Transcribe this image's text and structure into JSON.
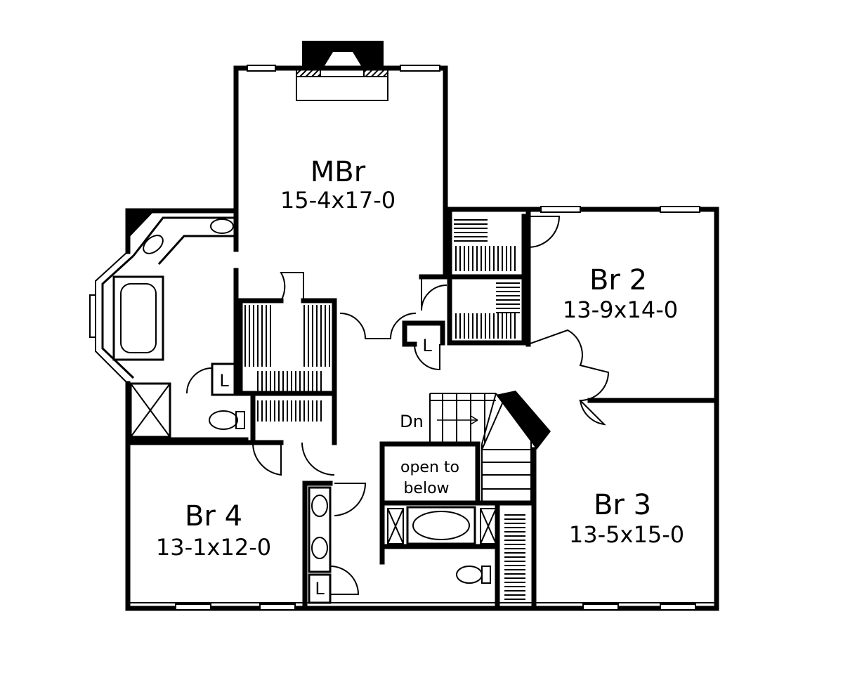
{
  "rooms": {
    "mbr": {
      "name": "MBr",
      "dim": "15-4x17-0"
    },
    "br2": {
      "name": "Br 2",
      "dim": "13-9x14-0"
    },
    "br3": {
      "name": "Br 3",
      "dim": "13-5x15-0"
    },
    "br4": {
      "name": "Br 4",
      "dim": "13-1x12-0"
    }
  },
  "labels": {
    "dn": "Dn",
    "open_line1": "open to",
    "open_line2": "below",
    "linen": "L"
  }
}
